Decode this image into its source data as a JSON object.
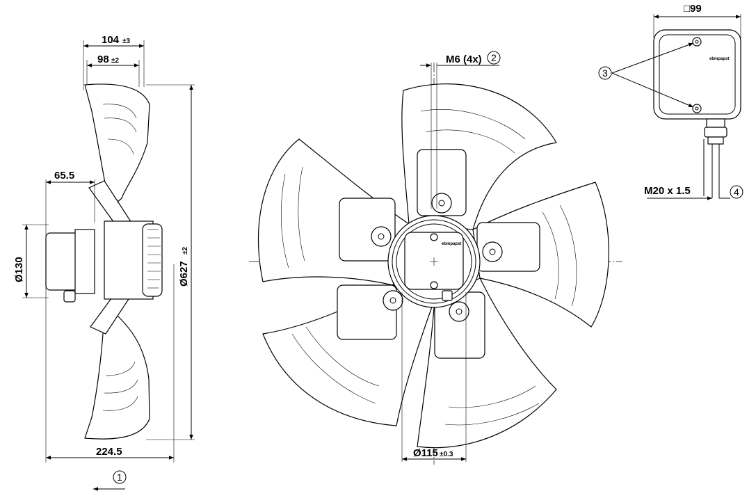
{
  "dimensions": {
    "width_overall": "104",
    "width_overall_tol": "±3",
    "width_blade": "98",
    "width_blade_tol": "±2",
    "offset": "65.5",
    "hub_diameter": "Ø130",
    "fan_diameter": "Ø627",
    "fan_diameter_tol": "±2",
    "total_depth": "224.5",
    "bolt_circle": "Ø115",
    "bolt_circle_tol": "±0.3",
    "mount_thread": "M6 (4x)",
    "box_size": "□99",
    "gland_thread": "M20 x 1.5"
  },
  "callouts": {
    "c1": "1",
    "c2": "2",
    "c3": "3",
    "c4": "4"
  },
  "brand": "ebmpapst",
  "colors": {
    "line": "#000000",
    "background": "#ffffff"
  }
}
